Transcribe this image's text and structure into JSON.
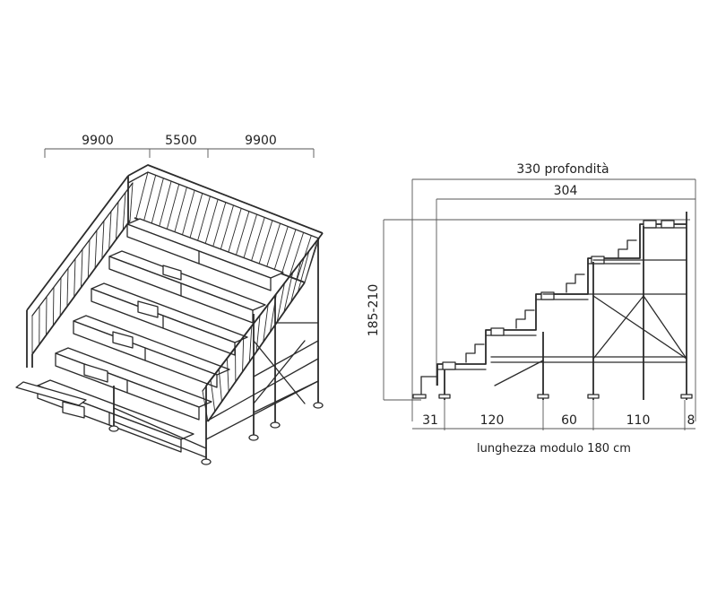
{
  "left_view": {
    "dimensions": [
      "9900",
      "5500",
      "9900"
    ]
  },
  "side_view": {
    "depth_label": "330 profondità",
    "inner_depth_label": "304",
    "height_label": "185-210",
    "segment_labels": [
      "31",
      "120",
      "60",
      "110",
      "8"
    ],
    "module_length_label": "lunghezza modulo 180 cm"
  },
  "colors": {
    "line": "#2b2b2b",
    "dimension": "#555555",
    "background": "#ffffff"
  }
}
